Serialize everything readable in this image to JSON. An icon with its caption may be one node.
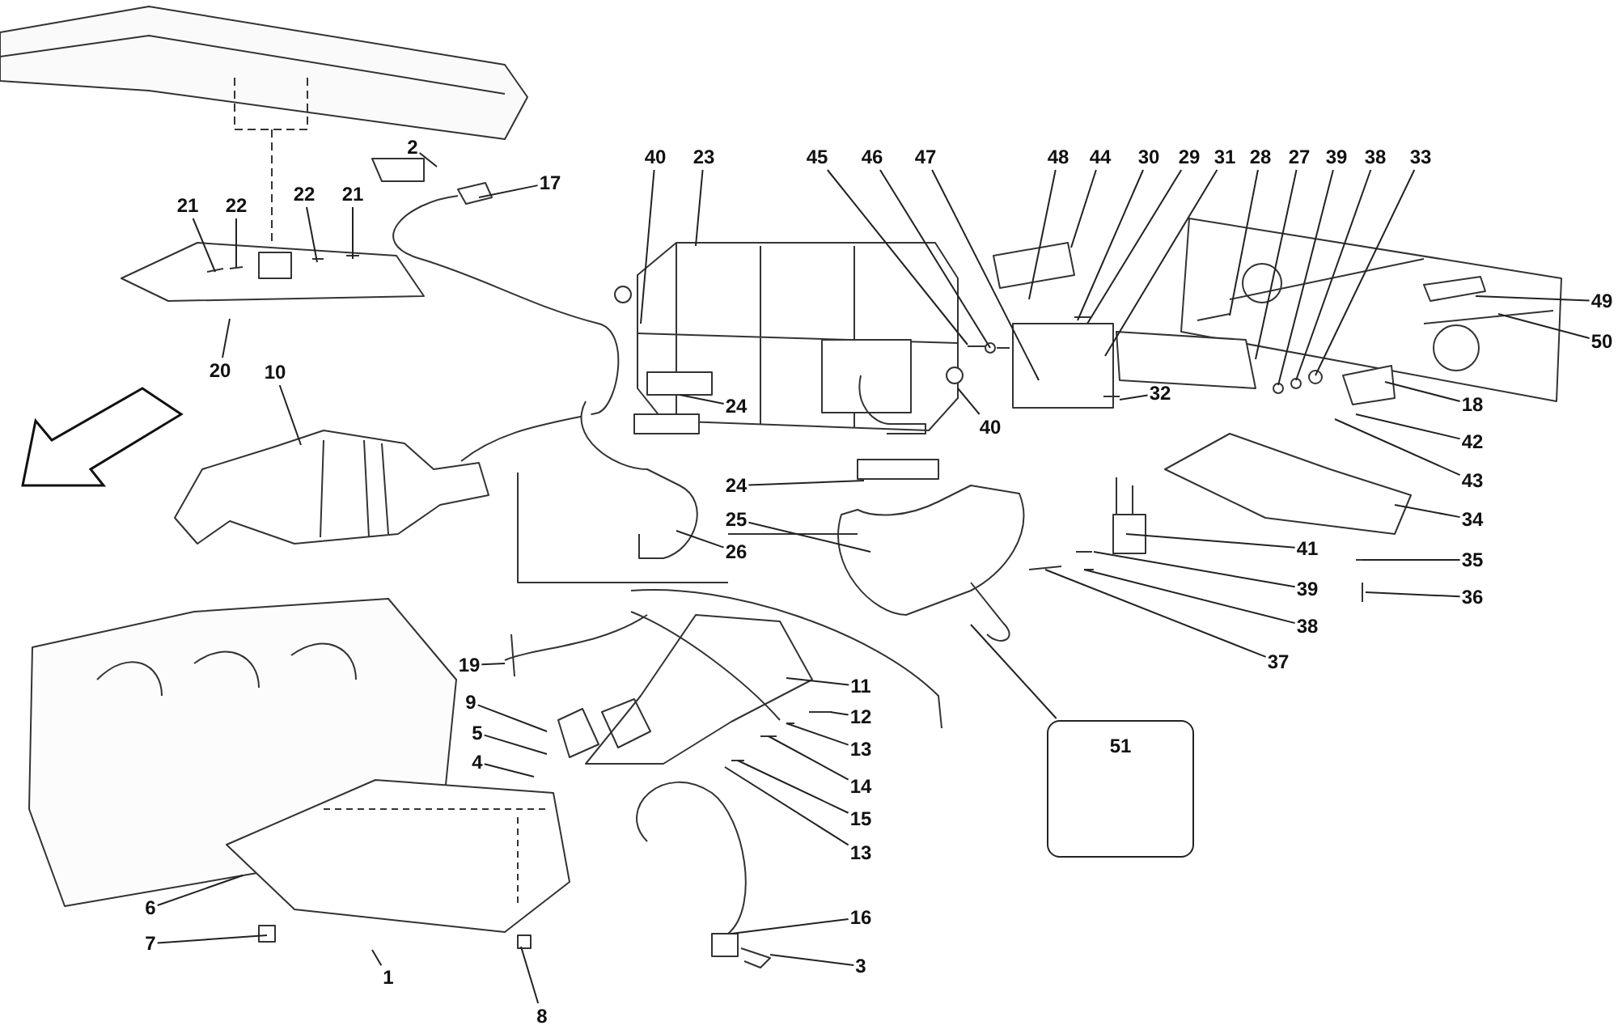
{
  "diagram": {
    "nodes": [
      {
        "text": [
          "2"
        ]
      },
      {
        "text": [
          "17"
        ]
      },
      {
        "text": [
          "40"
        ]
      },
      {
        "text": [
          "23"
        ]
      },
      {
        "text": [
          "45"
        ]
      },
      {
        "text": [
          "46"
        ]
      },
      {
        "text": [
          "47"
        ]
      },
      {
        "text": [
          "48"
        ]
      },
      {
        "text": [
          "44"
        ]
      },
      {
        "text": [
          "30"
        ]
      },
      {
        "text": [
          "29"
        ]
      },
      {
        "text": [
          "31"
        ]
      },
      {
        "text": [
          "28"
        ]
      },
      {
        "text": [
          "27"
        ]
      },
      {
        "text": [
          "39"
        ]
      },
      {
        "text": [
          "38"
        ]
      },
      {
        "text": [
          "33"
        ]
      },
      {
        "text": [
          "21"
        ]
      },
      {
        "text": [
          "22"
        ]
      },
      {
        "text": [
          "22"
        ]
      },
      {
        "text": [
          "21"
        ]
      },
      {
        "text": [
          "49"
        ]
      },
      {
        "text": [
          "50"
        ]
      },
      {
        "text": [
          "20"
        ]
      },
      {
        "text": [
          "10"
        ]
      },
      {
        "text": [
          "18"
        ]
      },
      {
        "text": [
          "32"
        ]
      },
      {
        "text": [
          "24"
        ]
      },
      {
        "text": [
          "40"
        ]
      },
      {
        "text": [
          "42"
        ]
      },
      {
        "text": [
          "43"
        ]
      },
      {
        "text": [
          "24"
        ]
      },
      {
        "text": [
          "34"
        ]
      },
      {
        "text": [
          "25"
        ]
      },
      {
        "text": [
          "41"
        ]
      },
      {
        "text": [
          "26"
        ]
      },
      {
        "text": [
          "35"
        ]
      },
      {
        "text": [
          "39"
        ]
      },
      {
        "text": [
          "36"
        ]
      },
      {
        "text": [
          "38"
        ]
      },
      {
        "text": [
          "37"
        ]
      },
      {
        "text": [
          "19"
        ]
      },
      {
        "text": [
          "11"
        ]
      },
      {
        "text": [
          "9"
        ]
      },
      {
        "text": [
          "12"
        ]
      },
      {
        "text": [
          "5"
        ]
      },
      {
        "text": [
          "13"
        ]
      },
      {
        "text": [
          "4"
        ]
      },
      {
        "text": [
          "14"
        ]
      },
      {
        "text": [
          "15"
        ]
      },
      {
        "text": [
          "13"
        ]
      },
      {
        "text": [
          "51"
        ]
      },
      {
        "text": [
          "6"
        ]
      },
      {
        "text": [
          "16"
        ]
      },
      {
        "text": [
          "7"
        ]
      },
      {
        "text": [
          "3"
        ]
      },
      {
        "text": [
          "1"
        ]
      },
      {
        "text": [
          "8"
        ]
      }
    ],
    "edges": [
      {
        "from": 0,
        "to": null,
        "arrow": "none"
      },
      {
        "from": 1,
        "to": null,
        "arrow": "none"
      },
      {
        "from": 2,
        "to": null,
        "arrow": "none"
      },
      {
        "from": 3,
        "to": null,
        "arrow": "none"
      },
      {
        "from": 4,
        "to": null,
        "arrow": "none"
      },
      {
        "from": 5,
        "to": null,
        "arrow": "none"
      },
      {
        "from": 6,
        "to": null,
        "arrow": "none"
      },
      {
        "from": 7,
        "to": null,
        "arrow": "none"
      },
      {
        "from": 8,
        "to": null,
        "arrow": "none"
      },
      {
        "from": 9,
        "to": null,
        "arrow": "none"
      },
      {
        "from": 10,
        "to": null,
        "arrow": "none"
      },
      {
        "from": 11,
        "to": null,
        "arrow": "none"
      },
      {
        "from": 12,
        "to": null,
        "arrow": "none"
      },
      {
        "from": 13,
        "to": null,
        "arrow": "none"
      },
      {
        "from": 14,
        "to": null,
        "arrow": "none"
      },
      {
        "from": 15,
        "to": null,
        "arrow": "none"
      },
      {
        "from": 16,
        "to": null,
        "arrow": "none"
      },
      {
        "from": 17,
        "to": null,
        "arrow": "none"
      },
      {
        "from": 18,
        "to": null,
        "arrow": "none"
      },
      {
        "from": 19,
        "to": null,
        "arrow": "none"
      },
      {
        "from": 20,
        "to": null,
        "arrow": "none"
      },
      {
        "from": 21,
        "to": null,
        "arrow": "none"
      },
      {
        "from": 22,
        "to": null,
        "arrow": "none"
      },
      {
        "from": 23,
        "to": null,
        "arrow": "none"
      },
      {
        "from": 24,
        "to": null,
        "arrow": "none"
      },
      {
        "from": 25,
        "to": null,
        "arrow": "none"
      },
      {
        "from": 26,
        "to": null,
        "arrow": "none"
      },
      {
        "from": 27,
        "to": null,
        "arrow": "none"
      },
      {
        "from": 28,
        "to": null,
        "arrow": "none"
      },
      {
        "from": 29,
        "to": null,
        "arrow": "none"
      },
      {
        "from": 30,
        "to": null,
        "arrow": "none"
      },
      {
        "from": 31,
        "to": null,
        "arrow": "none"
      },
      {
        "from": 32,
        "to": null,
        "arrow": "none"
      },
      {
        "from": 33,
        "to": null,
        "arrow": "none"
      },
      {
        "from": 34,
        "to": null,
        "arrow": "none"
      },
      {
        "from": 35,
        "to": null,
        "arrow": "none"
      },
      {
        "from": 36,
        "to": null,
        "arrow": "none"
      },
      {
        "from": 37,
        "to": null,
        "arrow": "none"
      },
      {
        "from": 38,
        "to": null,
        "arrow": "none"
      },
      {
        "from": 39,
        "to": null,
        "arrow": "none"
      },
      {
        "from": 40,
        "to": null,
        "arrow": "none"
      },
      {
        "from": 41,
        "to": null,
        "arrow": "none"
      },
      {
        "from": 42,
        "to": null,
        "arrow": "none"
      },
      {
        "from": 43,
        "to": null,
        "arrow": "none"
      },
      {
        "from": 44,
        "to": null,
        "arrow": "none"
      },
      {
        "from": 45,
        "to": null,
        "arrow": "none"
      },
      {
        "from": 46,
        "to": null,
        "arrow": "none"
      },
      {
        "from": 47,
        "to": null,
        "arrow": "none"
      },
      {
        "from": 48,
        "to": null,
        "arrow": "none"
      },
      {
        "from": 49,
        "to": null,
        "arrow": "none"
      },
      {
        "from": 50,
        "to": null,
        "arrow": "none"
      },
      {
        "from": 51,
        "to": null,
        "arrow": "none"
      },
      {
        "from": 52,
        "to": null,
        "arrow": "none"
      },
      {
        "from": 53,
        "to": null,
        "arrow": "none"
      },
      {
        "from": 54,
        "to": null,
        "arrow": "none"
      },
      {
        "from": 55,
        "to": null,
        "arrow": "none"
      },
      {
        "from": 56,
        "to": null,
        "arrow": "none"
      },
      {
        "from": 57,
        "to": null,
        "arrow": "none"
      }
    ]
  }
}
